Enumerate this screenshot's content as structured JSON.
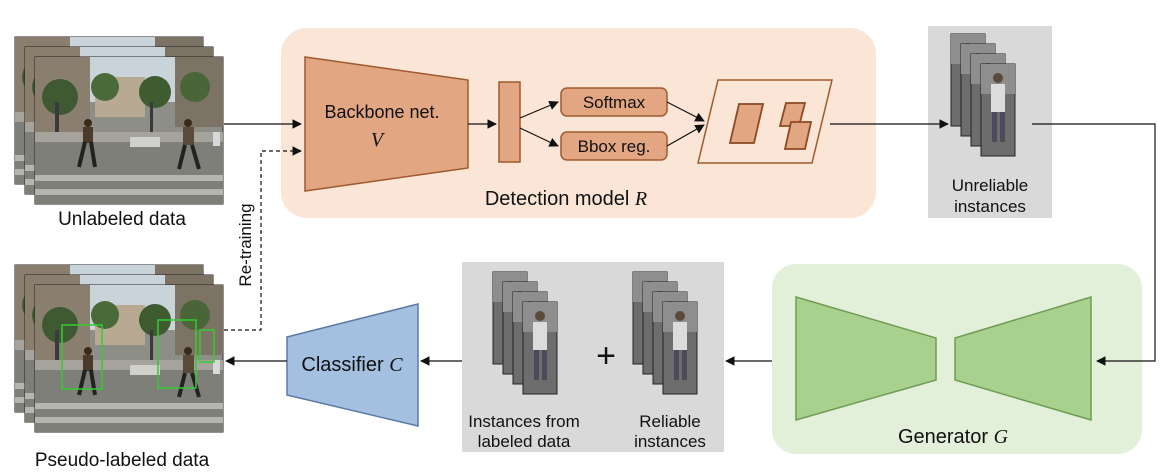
{
  "unlabeled": {
    "caption": "Unlabeled data"
  },
  "pseudo": {
    "caption": "Pseudo-labeled data"
  },
  "retraining": {
    "label": "Re-training"
  },
  "detection": {
    "title_prefix": "Detection model ",
    "title_var": "R",
    "backbone_label": "Backbone net.",
    "backbone_var": "V",
    "softmax_label": "Softmax",
    "bbox_label": "Bbox reg."
  },
  "unreliable": {
    "label_line1": "Unreliable",
    "label_line2": "instances"
  },
  "generator": {
    "title_prefix": "Generator ",
    "title_var": "G"
  },
  "pool": {
    "labeled_line1": "Instances from",
    "labeled_line2": "labeled data",
    "plus": "+",
    "reliable_line1": "Reliable",
    "reliable_line2": "instances"
  },
  "classifier": {
    "title_prefix": "Classifier ",
    "title_var": "C"
  },
  "colors": {
    "detection_bg": "#fbe5d6",
    "orange_fill": "#e3a683",
    "orange_stroke": "#9e5a2e",
    "generator_bg": "#e2efd9",
    "green_fill": "#a9d18e",
    "green_stroke": "#6f9c54",
    "classifier_fill": "#a4c0e0",
    "classifier_stroke": "#5b7aa8",
    "gray_panel": "#d9d9d9",
    "bbox_green": "#33cc33"
  }
}
